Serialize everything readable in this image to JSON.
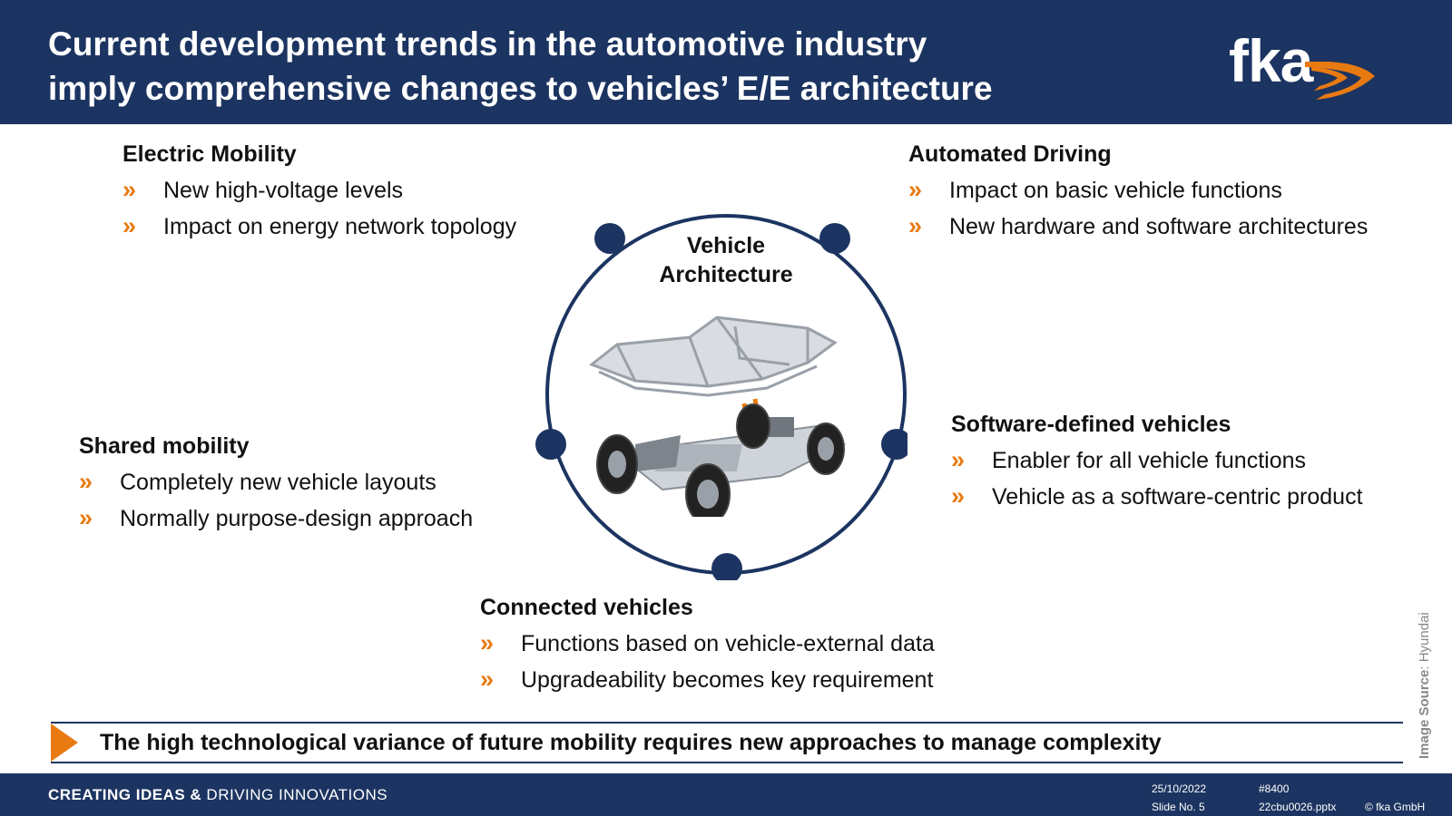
{
  "header": {
    "title_line1": "Current development trends in the automotive industry",
    "title_line2": "imply comprehensive changes to vehicles’ E/E architecture",
    "logo_text": "fka"
  },
  "center": {
    "label_line1": "Vehicle",
    "label_line2": "Architecture"
  },
  "bullet_glyph": "»",
  "trends": {
    "electric_mobility": {
      "title": "Electric Mobility",
      "items": [
        "New high-voltage levels",
        "Impact on energy network topology"
      ]
    },
    "automated_driving": {
      "title": "Automated Driving",
      "items": [
        "Impact on basic vehicle functions",
        "New hardware and software architectures"
      ]
    },
    "shared_mobility": {
      "title": "Shared mobility",
      "items": [
        "Completely new vehicle layouts",
        "Normally purpose-design approach"
      ]
    },
    "software_defined": {
      "title": "Software-defined vehicles",
      "items": [
        "Enabler for all vehicle functions",
        "Vehicle as a software-centric product"
      ]
    },
    "connected_vehicles": {
      "title": "Connected vehicles",
      "items": [
        "Functions based on vehicle-external data",
        "Upgradeability becomes key requirement"
      ]
    }
  },
  "conclusion": "The high technological variance of future mobility requires new approaches to manage complexity",
  "image_source": {
    "label": "Image Source",
    "value": ": Hyundai"
  },
  "footer": {
    "slogan_strong": "CREATING IDEAS &",
    "slogan_rest": " DRIVING INNOVATIONS",
    "date": "25/10/2022",
    "slide": "Slide No. 5",
    "doc_number": "#8400",
    "file": "22cbu0026.pptx",
    "copyright": "© fka GmbH"
  },
  "colors": {
    "navy": "#1c3461",
    "accent_orange": "#e87a12"
  }
}
